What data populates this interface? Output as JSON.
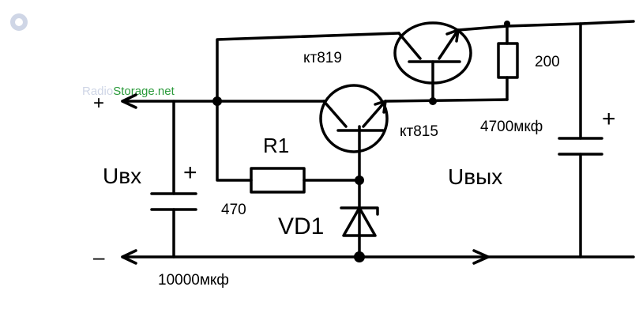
{
  "watermark": {
    "text_a": "Radio",
    "text_b": "Storage.net",
    "color_a": "#cfd6e6",
    "color_b": "#2a9a3a"
  },
  "labels": {
    "plus": "+",
    "minus": "–",
    "q1": "кт819",
    "q2": "кт815",
    "r2": "200",
    "cap_out": "4700мкф",
    "r1": "R1",
    "r1_value": "470",
    "u_in": "Uвх",
    "u_out": "Uвых",
    "zener": "VD1",
    "cap_in": "10000мкф",
    "cap_plus": "+"
  }
}
